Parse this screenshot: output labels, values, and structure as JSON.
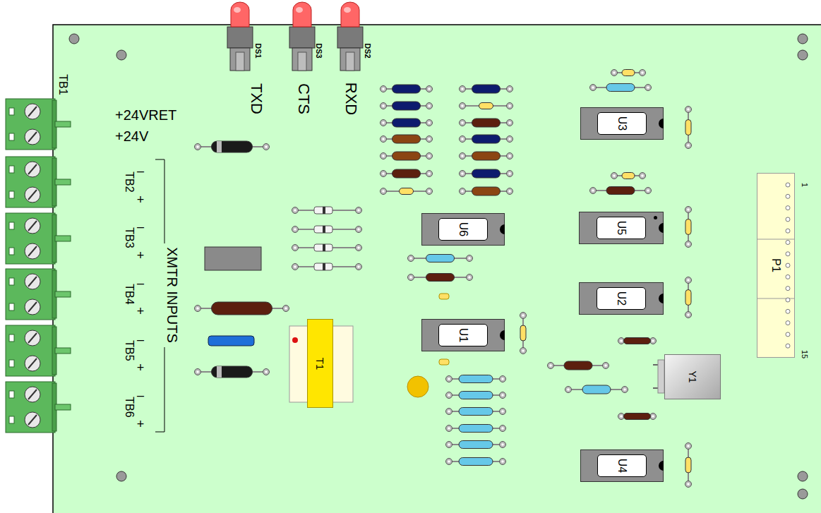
{
  "diagram": {
    "nodes": [
      {
        "text": [
          "U3"
        ]
      },
      {
        "text": [
          "U6"
        ]
      },
      {
        "text": [
          "U5"
        ]
      },
      {
        "text": [
          "P1"
        ]
      },
      {
        "text": [
          "U2"
        ]
      },
      {
        "text": [
          "T1"
        ]
      },
      {
        "text": [
          "U1"
        ]
      },
      {
        "text": [
          "Y1"
        ]
      },
      {
        "text": [
          "U4"
        ]
      }
    ],
    "labels": [
      "TXD",
      "CTS",
      "RXD",
      "DS1",
      "DS3",
      "DS2",
      "TB1",
      "+24VRET",
      "+24V",
      "TB2",
      "–",
      "+",
      "TB3",
      "–",
      "+",
      "TB4",
      "–",
      "+",
      "TB5",
      "–",
      "+",
      "TB6",
      "–",
      "+",
      "XMTR INPUTS",
      "1",
      "15"
    ]
  }
}
